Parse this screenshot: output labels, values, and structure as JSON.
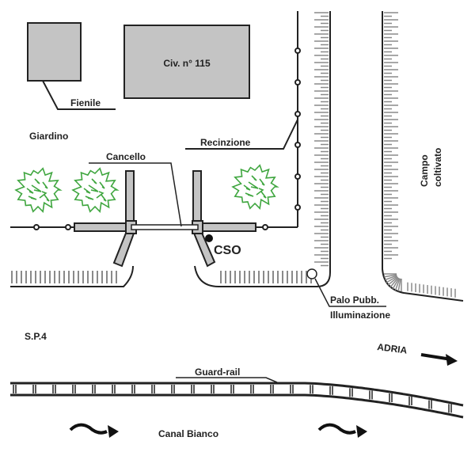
{
  "map": {
    "title": "Site plan",
    "colors": {
      "building_fill": "#c4c4c4",
      "outline": "#222222",
      "tree": "#3fa63f",
      "hatch": "#8a8a8a",
      "background": "#ffffff"
    },
    "labels": {
      "building_main": "Civ. n° 115",
      "barn": "Fienile",
      "garden": "Giardino",
      "fence": "Recinzione",
      "gate": "Cancello",
      "cso": "CSO",
      "field_line1": "Campo",
      "field_line2": "coltivato",
      "lamp_line1": "Palo Pubb.",
      "lamp_line2": "Illuminazione",
      "road": "S.P.4",
      "direction": "ADRIA",
      "guardrail": "Guard-rail",
      "canal": "Canal Bianco"
    },
    "icons": {
      "tree": "tree-icon",
      "flow_arrow": "wavy-arrow-icon",
      "direction_arrow": "arrow-right-icon",
      "cso_marker": "filled-dot-icon",
      "lamp_post": "circle-icon"
    }
  }
}
